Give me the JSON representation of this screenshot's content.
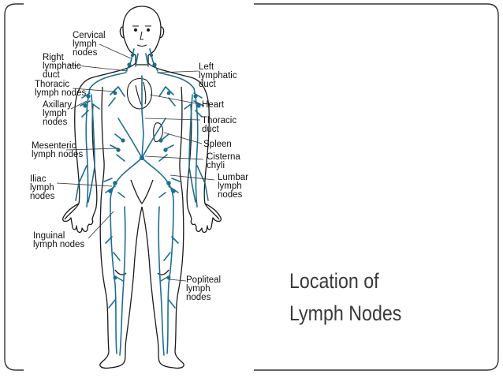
{
  "slide": {
    "title_lines": [
      "Location of",
      "Lymph Nodes"
    ]
  },
  "diagram": {
    "labels": {
      "cervical": [
        "Cervical",
        "lymph",
        "nodes"
      ],
      "right_lymphatic_duct": [
        "Right",
        "lymphatic",
        "duct"
      ],
      "thoracic_lymph_nodes": [
        "Thoracic",
        "lymph nodes"
      ],
      "axillary": [
        "Axillary",
        "lymph",
        "nodes"
      ],
      "mesenteric": [
        "Mesenteric",
        "lymph nodes"
      ],
      "iliac": [
        "Iliac",
        "lymph",
        "nodes"
      ],
      "inguinal": [
        "Inguinal",
        "lymph nodes"
      ],
      "left_lymphatic_duct": [
        "Left",
        "lymphatic",
        "duct"
      ],
      "heart": [
        "Heart"
      ],
      "thoracic_duct": [
        "Thoracic",
        "duct"
      ],
      "spleen": [
        "Spleen"
      ],
      "cisterna_chyli": [
        "Cisterna",
        "chyli"
      ],
      "lumbar": [
        "Lumbar",
        "lymph",
        "nodes"
      ],
      "popliteal": [
        "Popliteal",
        "lymph",
        "nodes"
      ]
    }
  },
  "colors": {
    "lymph_vessels": "#1d6e94",
    "body_outline": "#1a1a1a",
    "frame": "#333333",
    "title_text": "#3a3a3a"
  }
}
